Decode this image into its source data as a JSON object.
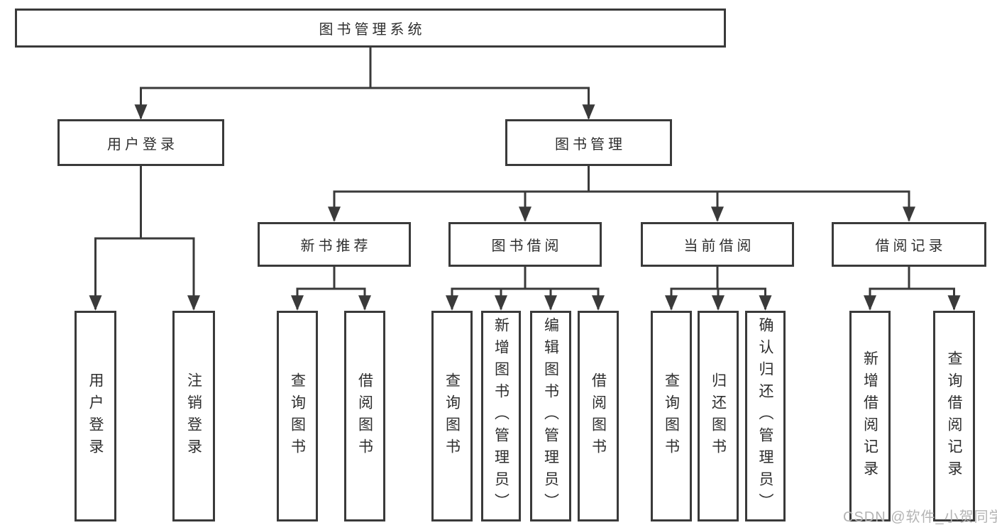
{
  "diagram": {
    "root_label": "图书管理系统",
    "login_branch": {
      "label": "用户登录",
      "children": {
        "user_login": "用户登录",
        "logout_login": "注销登录"
      }
    },
    "management_branch": {
      "label": "图书管理",
      "sections": {
        "new_book_recommend": {
          "label": "新书推荐",
          "children": {
            "query_books": "查询图书",
            "borrow_books": "借阅图书"
          }
        },
        "book_borrowing": {
          "label": "图书借阅",
          "children": {
            "query_books": "查询图书",
            "add_books_admin": "新增图书（管理员）",
            "edit_books_admin": "编辑图书（管理员）",
            "borrow_books": "借阅图书"
          }
        },
        "current_borrowing": {
          "label": "当前借阅",
          "children": {
            "query_books": "查询图书",
            "return_books": "归还图书",
            "confirm_return_admin": "确认归还（管理员）"
          }
        },
        "borrowing_records": {
          "label": "借阅记录",
          "children": {
            "add_borrow_record": "新增借阅记录",
            "query_borrow_record": "查询借阅记录"
          }
        }
      }
    },
    "watermark": "CSDN @软件_小贺同学",
    "colors": {
      "node_border": "#3a3a3a",
      "connector_line": "#3a3a3a",
      "node_text": "#2e2e2e",
      "watermark_text": "#b4b4b4",
      "background": "#ffffff"
    }
  }
}
